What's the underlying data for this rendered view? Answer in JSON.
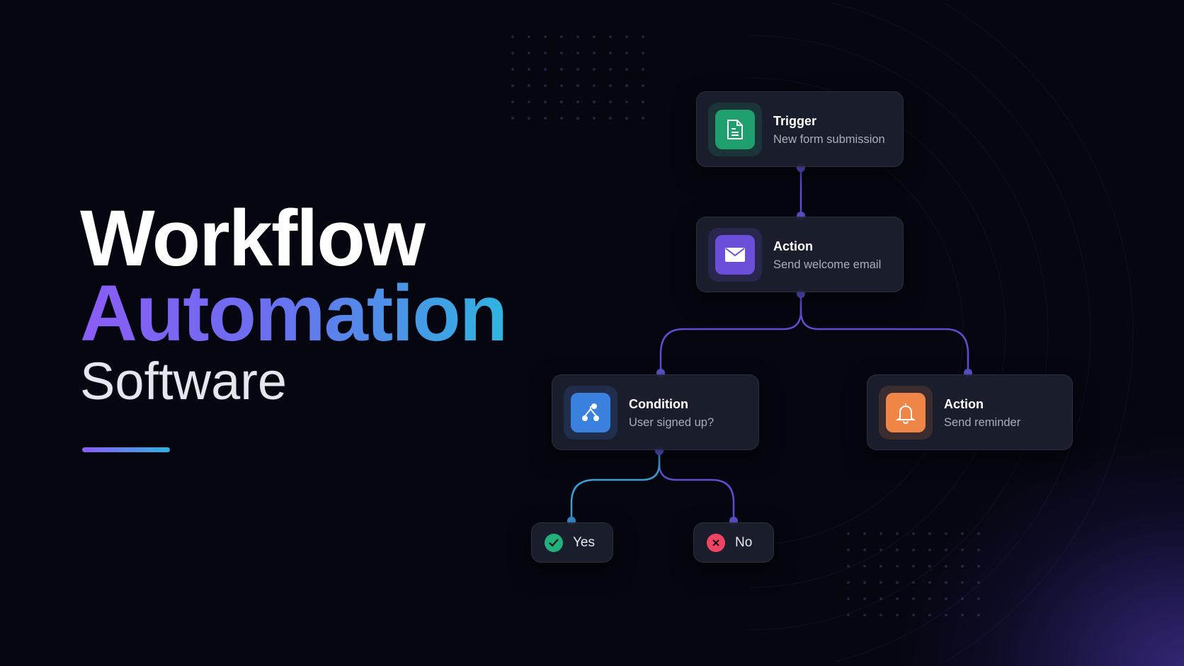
{
  "headline": {
    "line1": "Workflow",
    "line2": "Automation",
    "line3": "Software"
  },
  "nodes": [
    {
      "type": "Trigger",
      "detail": "New form submission",
      "icon": "document-icon",
      "color": "#1f9e6e"
    },
    {
      "type": "Action",
      "detail": "Send welcome email",
      "icon": "mail-icon",
      "color": "#6b4fd8"
    },
    {
      "type": "Condition",
      "detail": "User signed up?",
      "icon": "branch-icon",
      "color": "#3b82e0"
    },
    {
      "type": "Action",
      "detail": "Send reminder",
      "icon": "bell-icon",
      "color": "#f08548"
    }
  ],
  "outcomes": [
    {
      "label": "Yes",
      "icon": "check-icon",
      "color": "#22b07d"
    },
    {
      "label": "No",
      "icon": "x-icon",
      "color": "#ef4565"
    }
  ],
  "colors": {
    "connector": "#5b4fd0",
    "connector_yes": "#3aa0d8",
    "accent_from": "#8b5cf6",
    "accent_to": "#2fb4e0"
  }
}
